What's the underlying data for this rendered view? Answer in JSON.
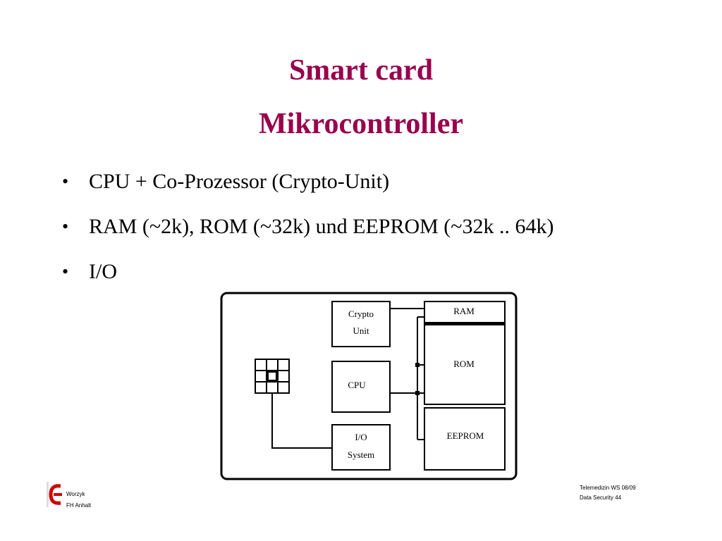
{
  "title": {
    "line1": "Smart card",
    "line2": "Mikrocontroller"
  },
  "bullets": [
    "CPU + Co-Prozessor (Crypto-Unit)",
    "RAM (~2k), ROM (~32k) und EEPROM (~32k .. 64k)",
    "I/O"
  ],
  "bullet_glyph": "•",
  "diagram": {
    "crypto_line1": "Crypto",
    "crypto_line2": "Unit",
    "cpu": "CPU",
    "io_line1": "I/O",
    "io_line2": "System",
    "ram": "RAM",
    "rom": "ROM",
    "eeprom": "EEPROM"
  },
  "footer_left": {
    "author": "Worzyk",
    "institution": "FH Anhalt",
    "logo_icon": "fh-anhalt-logo-icon"
  },
  "footer_right": {
    "course": "Telemedizin WS 08/09",
    "slide": "Data Security 44"
  },
  "colors": {
    "title": "#99004d",
    "logo_red": "#cc0000"
  }
}
